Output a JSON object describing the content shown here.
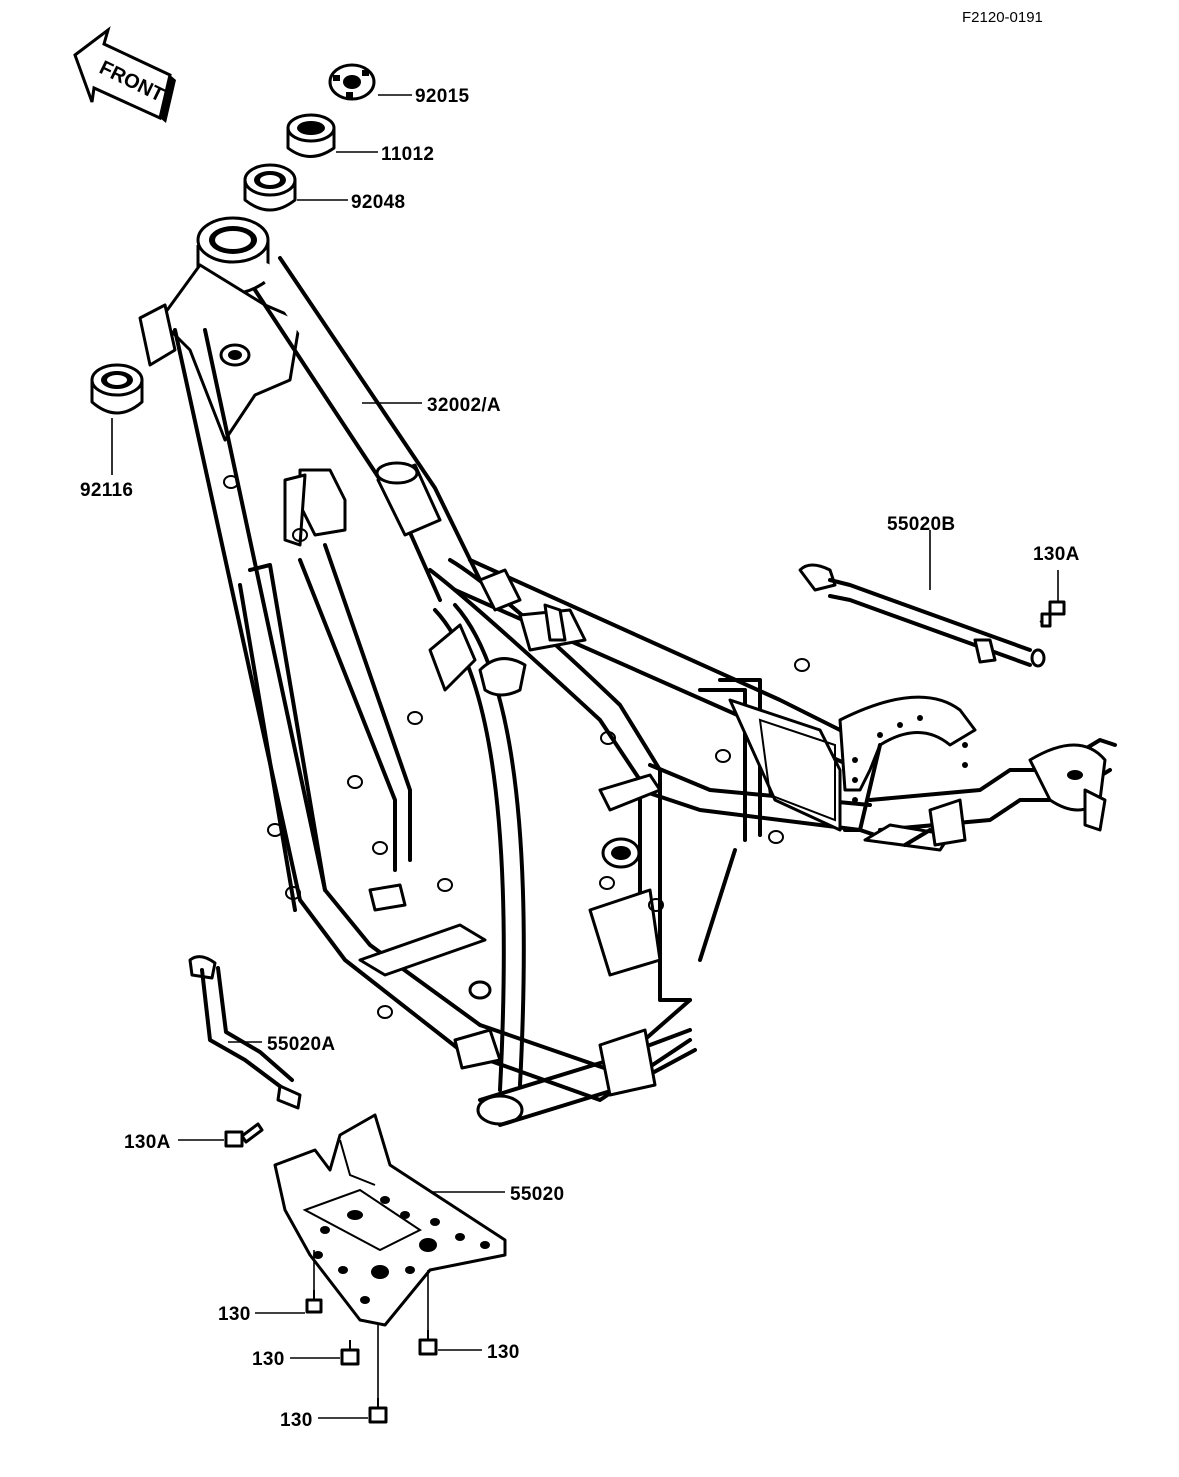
{
  "diagram": {
    "code": "F2120-0191",
    "front_label": "FRONT",
    "parts": {
      "p92015": "92015",
      "p11012": "11012",
      "p92048": "92048",
      "p92116": "92116",
      "p32002": "32002/A",
      "p55020B": "55020B",
      "p130A_right": "130A",
      "p55020A": "55020A",
      "p130A_left": "130A",
      "p55020": "55020",
      "p130_a": "130",
      "p130_b": "130",
      "p130_c": "130",
      "p130_d": "130"
    }
  }
}
